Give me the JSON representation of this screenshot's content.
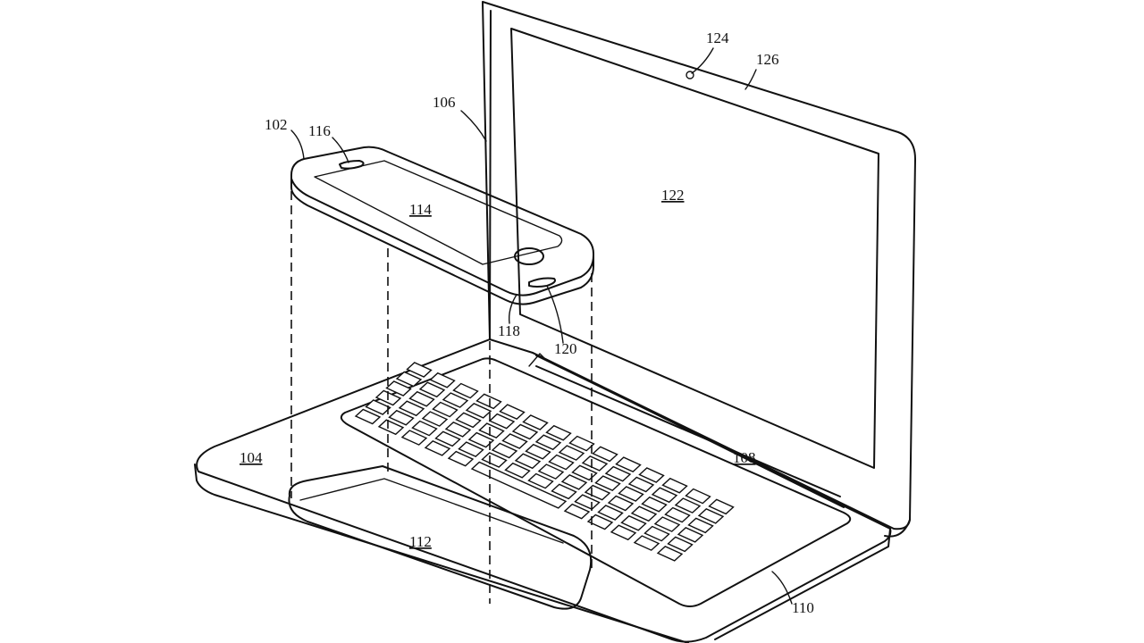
{
  "figure": {
    "reference_numerals": {
      "phone": "102",
      "laptop_base": "104",
      "laptop_lid": "106",
      "keyboard_area": "108",
      "keyboard": "110",
      "cavity": "112",
      "phone_display": "114",
      "speaker": "116",
      "home_button": "118",
      "phone_connector": "120",
      "laptop_display": "122",
      "camera": "124",
      "bezel": "126"
    }
  }
}
